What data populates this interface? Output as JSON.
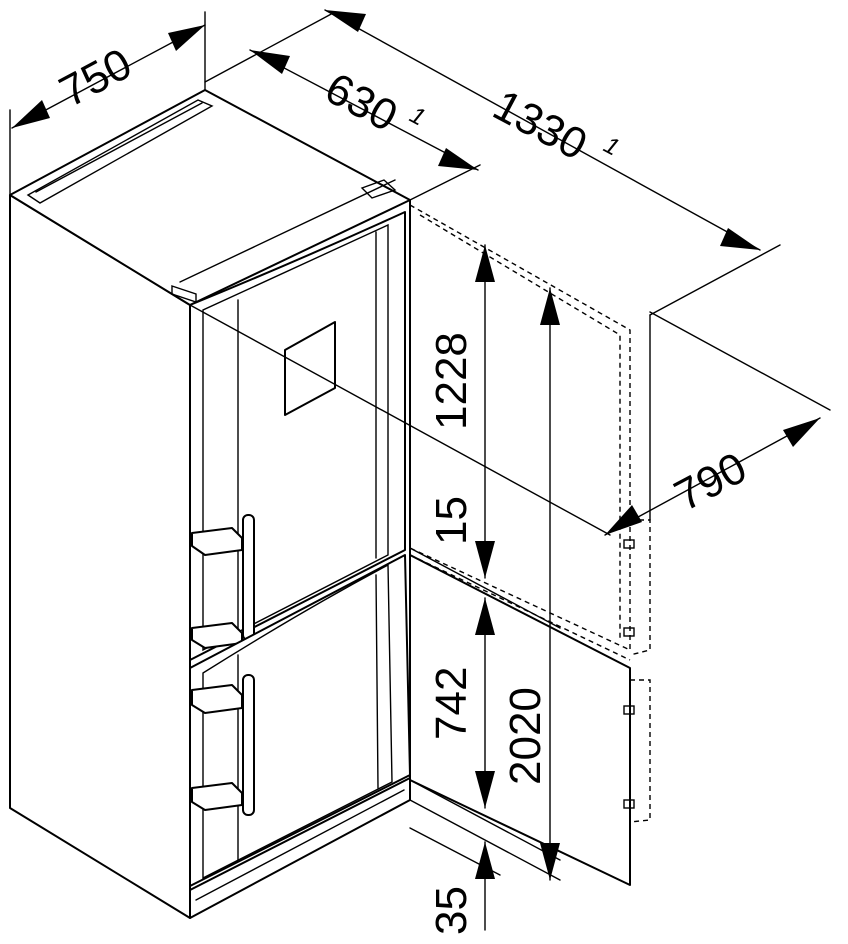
{
  "dimensions": {
    "width": "750",
    "depth": "630",
    "depth_footnote": "1",
    "depth_door_open": "1330",
    "depth_door_open_footnote": "1",
    "door_swing": "790",
    "upper_door_height": "1228",
    "door_gap": "15",
    "lower_door_height": "742",
    "total_height": "2020",
    "plinth_height": "35"
  },
  "colors": {
    "line": "#000000",
    "background": "#ffffff"
  }
}
